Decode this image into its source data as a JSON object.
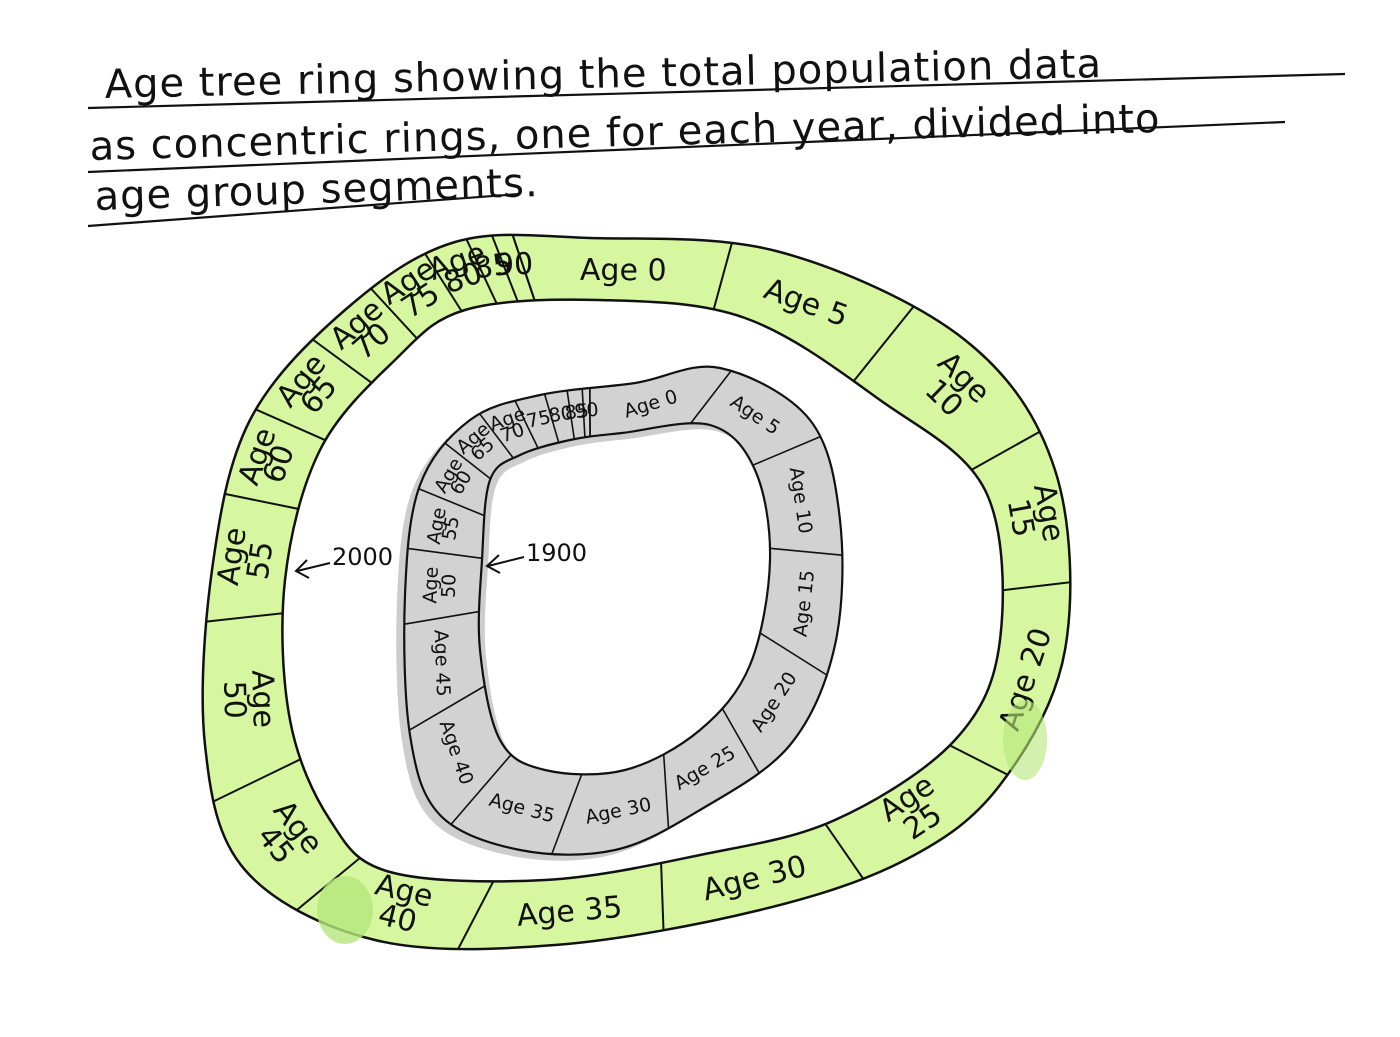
{
  "caption": {
    "lines": [
      "Age tree ring showing the total population data",
      "as concentric rings, one for each year, divided into",
      "age group segments."
    ]
  },
  "rings": {
    "outer": {
      "year_label": "2000",
      "fill": "#d6f7a0",
      "segments": [
        {
          "label": "Age 0",
          "t0": -0.03,
          "t1": 0.055
        },
        {
          "label": "Age 5",
          "t0": 0.055,
          "t1": 0.13
        },
        {
          "label": "Age 10",
          "t0": 0.13,
          "t1": 0.2
        },
        {
          "label": "Age 15",
          "t0": 0.2,
          "t1": 0.26
        },
        {
          "label": "Age 20",
          "t0": 0.26,
          "t1": 0.34
        },
        {
          "label": "Age 25",
          "t0": 0.34,
          "t1": 0.41
        },
        {
          "label": "Age 30",
          "t0": 0.41,
          "t1": 0.49
        },
        {
          "label": "Age 35",
          "t0": 0.49,
          "t1": 0.57
        },
        {
          "label": "Age 40",
          "t0": 0.57,
          "t1": 0.635
        },
        {
          "label": "Age 45",
          "t0": 0.635,
          "t1": 0.69
        },
        {
          "label": "Age 50",
          "t0": 0.69,
          "t1": 0.76
        },
        {
          "label": "Age 55",
          "t0": 0.76,
          "t1": 0.81
        },
        {
          "label": "Age 60",
          "t0": 0.81,
          "t1": 0.845
        },
        {
          "label": "Age 65",
          "t0": 0.845,
          "t1": 0.88
        },
        {
          "label": "Age 70",
          "t0": 0.88,
          "t1": 0.91
        },
        {
          "label": "Age 75",
          "t0": 0.91,
          "t1": 0.935
        },
        {
          "label": "Age 80",
          "t0": 0.935,
          "t1": 0.952
        },
        {
          "label": "85",
          "t0": 0.952,
          "t1": 0.962
        },
        {
          "label": "90",
          "t0": 0.962,
          "t1": 0.97
        }
      ]
    },
    "inner": {
      "year_label": "1900",
      "fill": "#d2d2d2",
      "segments": [
        {
          "label": "Age 0",
          "t0": -0.03,
          "t1": 0.065
        },
        {
          "label": "Age 5",
          "t0": 0.065,
          "t1": 0.14
        },
        {
          "label": "Age 10",
          "t0": 0.14,
          "t1": 0.22
        },
        {
          "label": "Age 15",
          "t0": 0.22,
          "t1": 0.3
        },
        {
          "label": "Age 20",
          "t0": 0.3,
          "t1": 0.38
        },
        {
          "label": "Age 25",
          "t0": 0.38,
          "t1": 0.45
        },
        {
          "label": "Age 30",
          "t0": 0.45,
          "t1": 0.53
        },
        {
          "label": "Age 35",
          "t0": 0.53,
          "t1": 0.6
        },
        {
          "label": "Age 40",
          "t0": 0.6,
          "t1": 0.67
        },
        {
          "label": "Age 45",
          "t0": 0.67,
          "t1": 0.74
        },
        {
          "label": "Age 50",
          "t0": 0.74,
          "t1": 0.79
        },
        {
          "label": "Age 55",
          "t0": 0.79,
          "t1": 0.83
        },
        {
          "label": "Age 60",
          "t0": 0.83,
          "t1": 0.865
        },
        {
          "label": "Age 65",
          "t0": 0.865,
          "t1": 0.895
        },
        {
          "label": "Age 70",
          "t0": 0.895,
          "t1": 0.92
        },
        {
          "label": "75",
          "t0": 0.92,
          "t1": 0.94
        },
        {
          "label": "80",
          "t0": 0.94,
          "t1": 0.955
        },
        {
          "label": "85",
          "t0": 0.955,
          "t1": 0.965
        },
        {
          "label": "90",
          "t0": 0.965,
          "t1": 0.97
        }
      ]
    }
  },
  "colors": {
    "ink": "#111111",
    "outer_ring": "#d6f7a0",
    "inner_ring": "#d2d2d2",
    "highlight": "#b5e67a"
  }
}
